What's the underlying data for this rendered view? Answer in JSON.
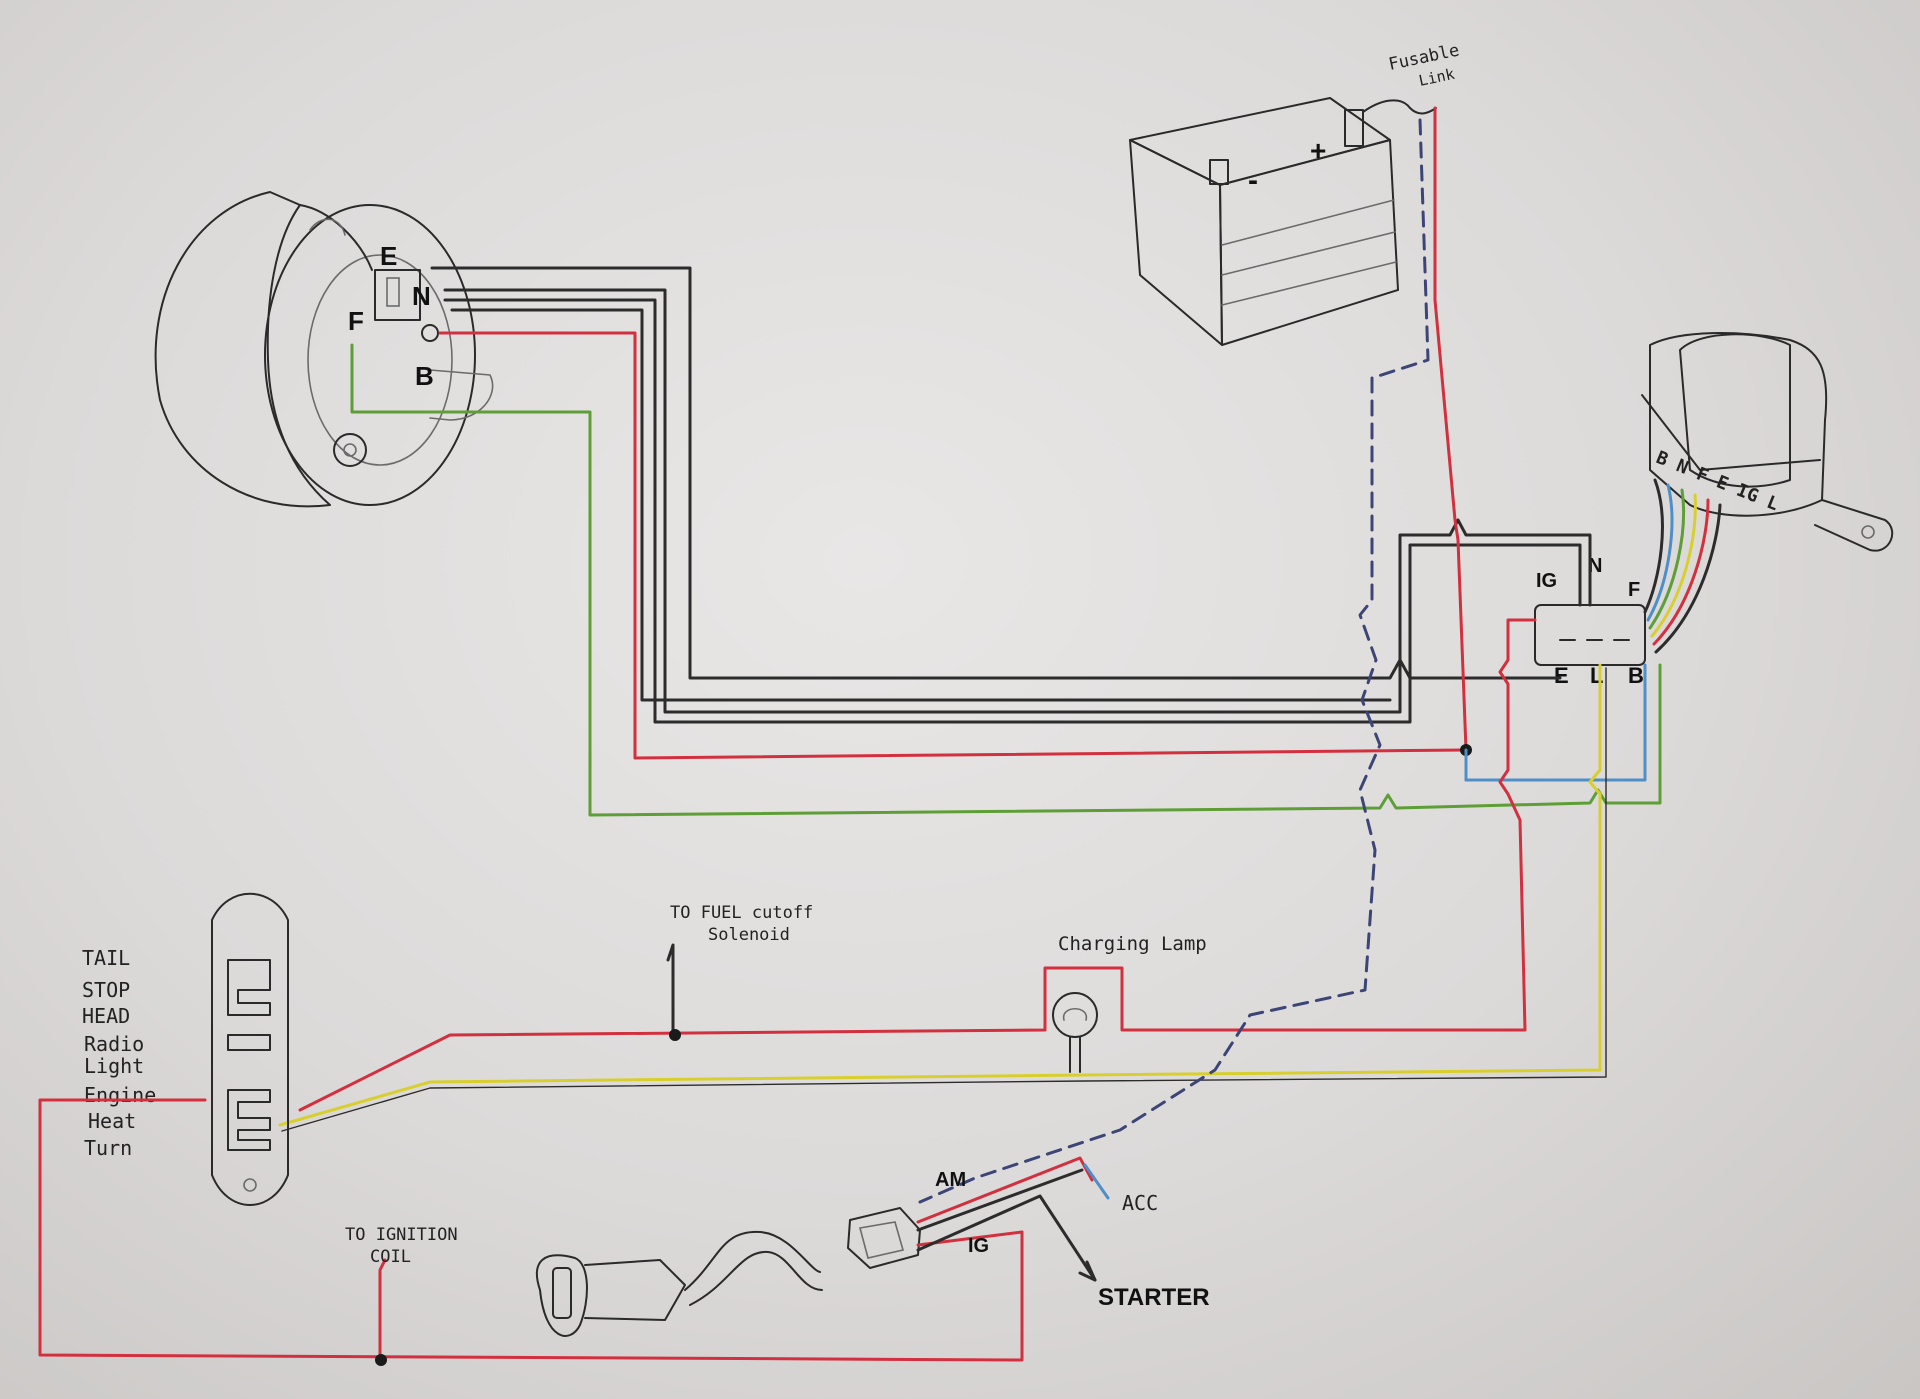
{
  "components": {
    "alternator": {
      "terminals": [
        "E",
        "N",
        "F",
        "B"
      ]
    },
    "battery": {
      "neg_label": "-",
      "pos_label": "+"
    },
    "fusible_link": {
      "line1": "Fusable",
      "line2": "Link"
    },
    "regulator": {
      "pin_labels": "B N F E IG L",
      "connector_top": [
        "IG",
        "N",
        "F"
      ],
      "connector_bottom": [
        "E",
        "L",
        "B"
      ]
    },
    "fuse_box": {
      "circuits": [
        "TAIL",
        "STOP",
        "HEAD",
        "Radio",
        "Light",
        "Engine",
        "Heat",
        "Turn"
      ]
    },
    "fuel_cutoff": {
      "line1": "TO FUEL cutoff",
      "line2": "Solenoid"
    },
    "charging_lamp": {
      "label": "Charging Lamp"
    },
    "ignition_switch": {
      "am_label": "AM",
      "ig_label": "IG",
      "acc_label": "ACC",
      "starter_label": "STARTER"
    },
    "ignition_coil": {
      "line1": "TO IGNITION",
      "line2": "COIL"
    }
  },
  "wire_colors": {
    "black": "#2c2c2c",
    "red": "#d2303e",
    "green": "#5e9e36",
    "yellow": "#d8cf2e",
    "blue": "#4f8fc8",
    "fusible_dashed": "#3c4576"
  }
}
